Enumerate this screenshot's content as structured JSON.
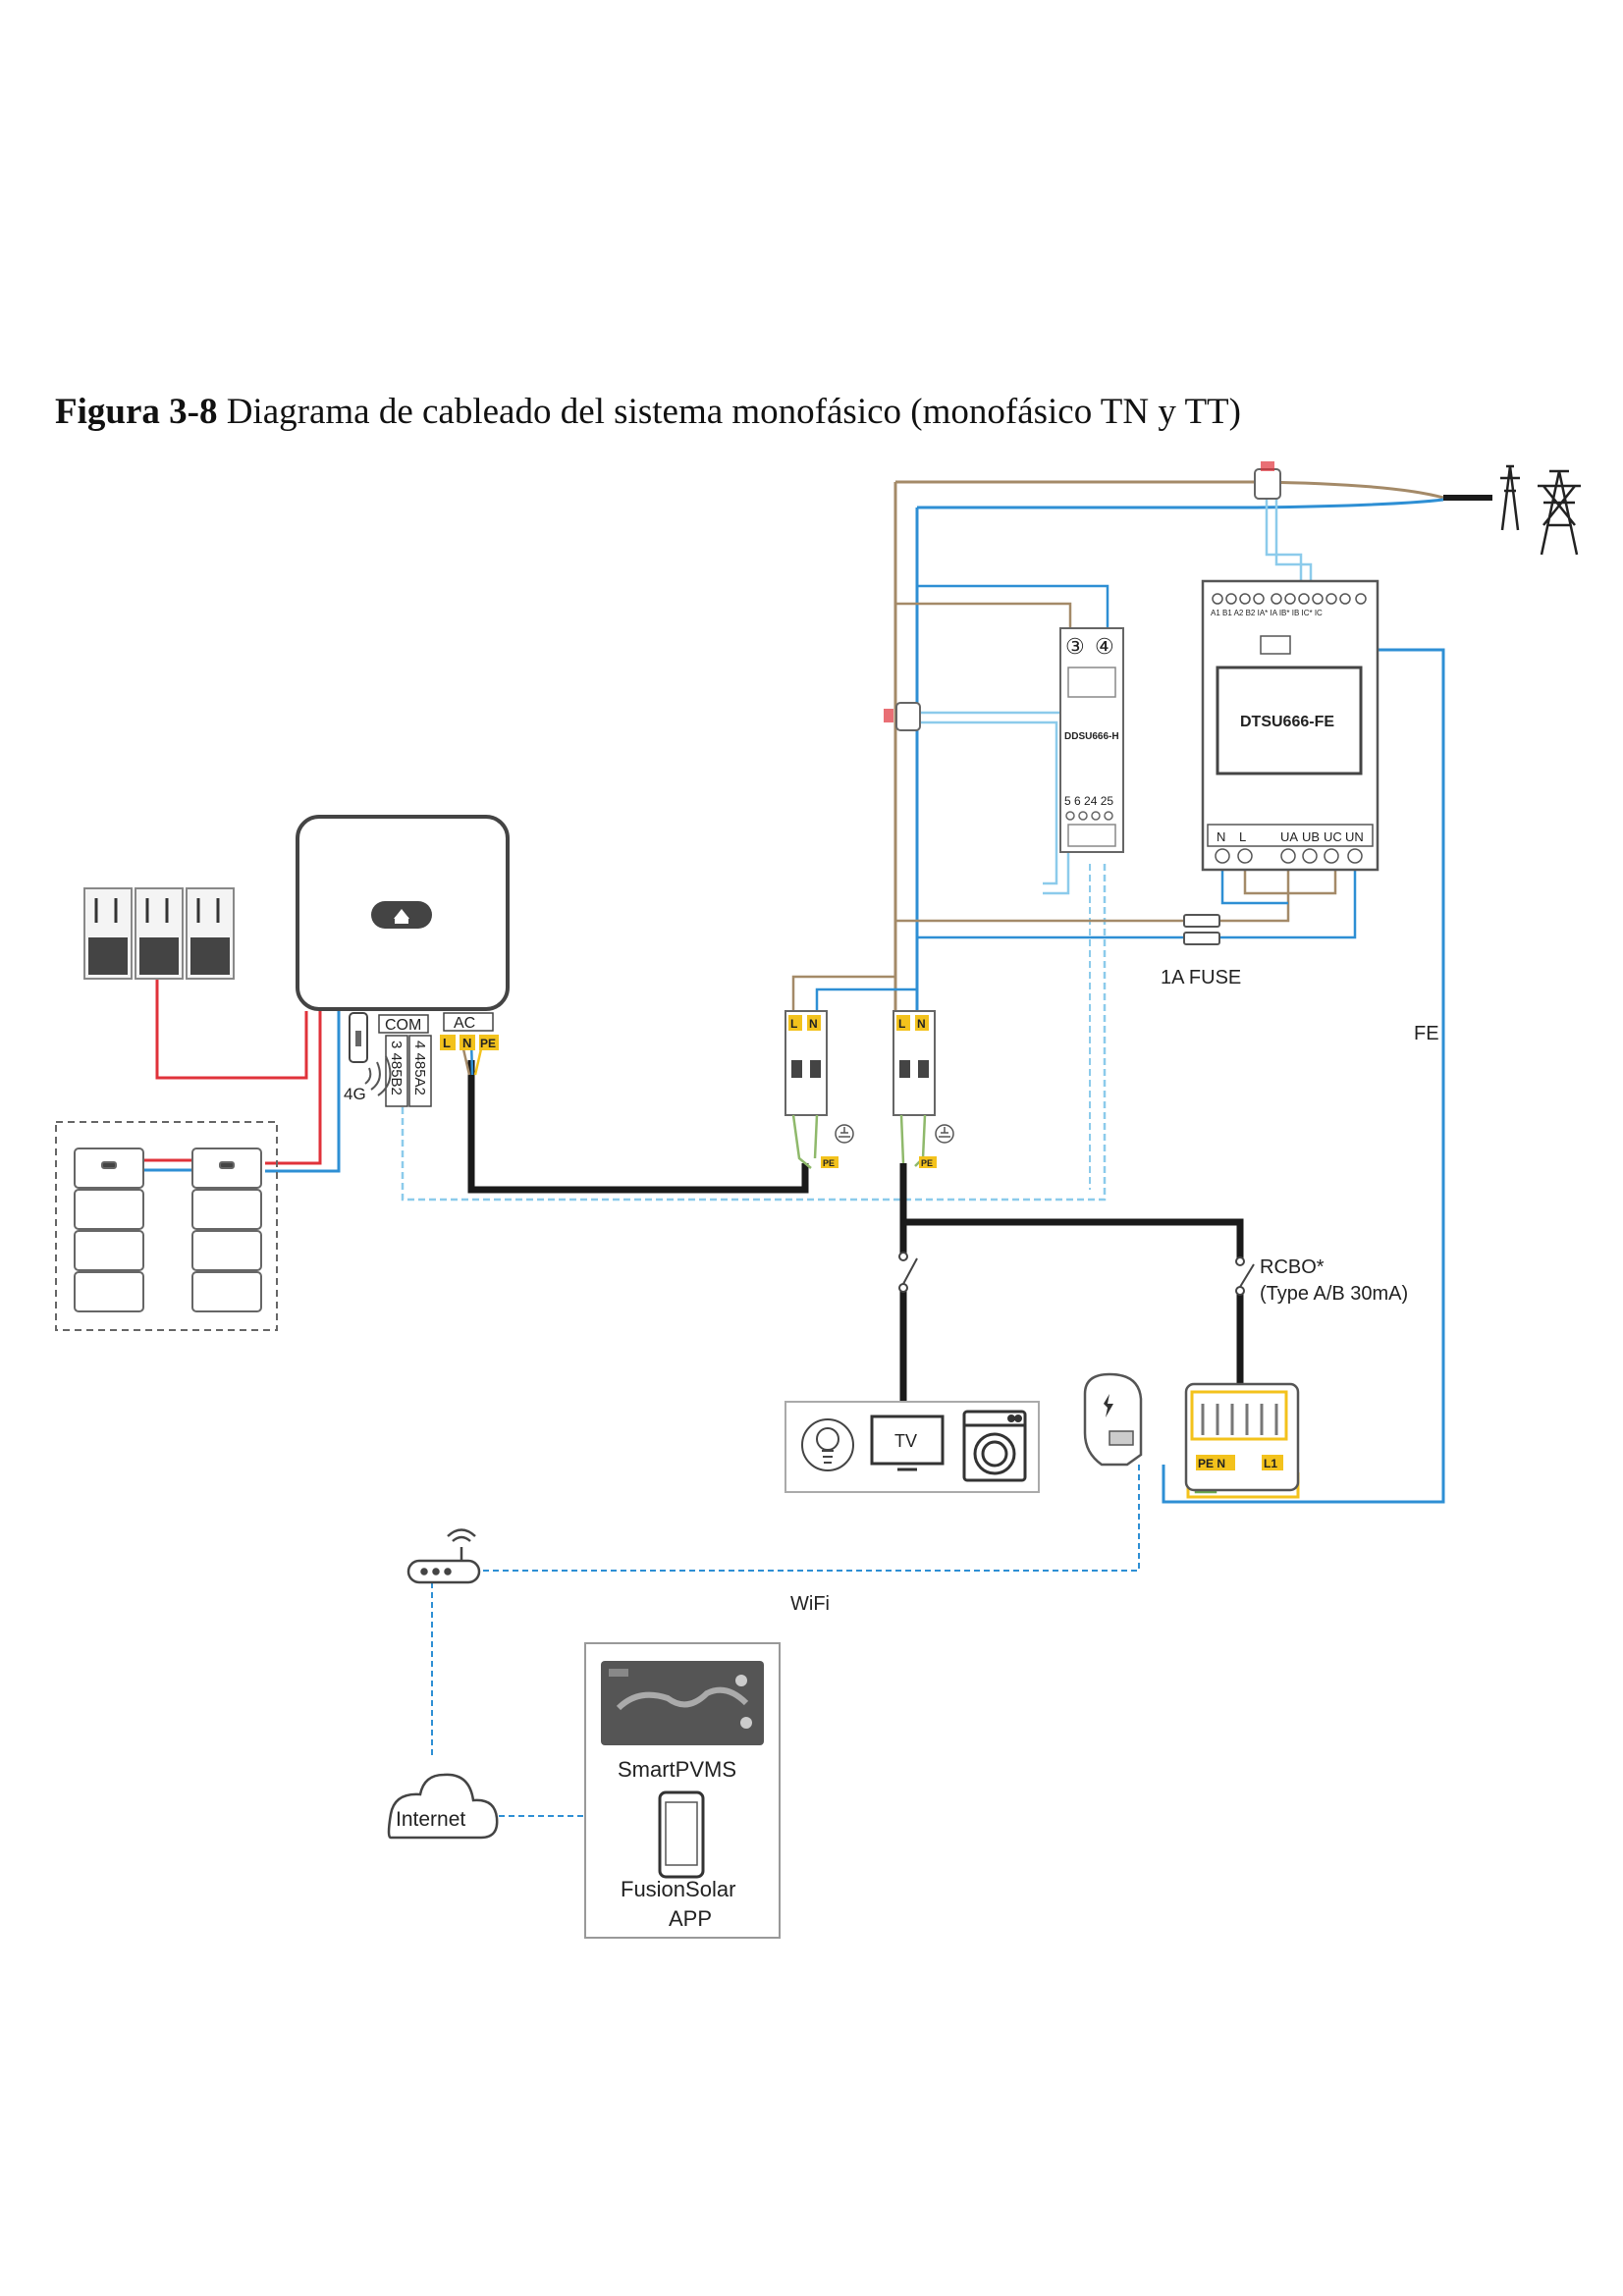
{
  "caption": {
    "number": "Figura 3-8",
    "text": "Diagrama de cableado del sistema monofásico (monofásico TN y TT)"
  },
  "inverter": {
    "com_label": "COM",
    "ac_label": "AC",
    "pin_l": "L",
    "pin_n": "N",
    "pin_pe": "PE",
    "port_a": "3 485B2",
    "port_b": "4 485A2",
    "antenna_label": "4G"
  },
  "meter_h": {
    "model": "DDSU666-H",
    "top_pin_1": "③",
    "top_pin_2": "④",
    "bottom_pins": "5 6 24 25"
  },
  "meter_fe": {
    "model": "DTSU666-FE",
    "top_terminals": "A1 B1 A2 B2   IA* IA IB* IB IC* IC",
    "bottom_terminals": [
      "N",
      "L",
      "UA",
      "UB",
      "UC",
      "UN"
    ]
  },
  "breakers": {
    "left": {
      "pin_l": "L",
      "pin_n": "N",
      "pe": "PE"
    },
    "right": {
      "pin_l": "L",
      "pin_n": "N",
      "pe": "PE"
    }
  },
  "labels": {
    "fuse": "1A FUSE",
    "fe": "FE",
    "rcbo_line1": "RCBO*",
    "rcbo_line2": "(Type A/B 30mA)",
    "wifi": "WiFi",
    "tv": "TV",
    "internet": "Internet",
    "smartpvms": "SmartPVMS",
    "app_line1": "FusionSolar",
    "app_line2": "APP",
    "charger_pe_n": "PE N",
    "charger_l1": "L1"
  },
  "colors": {
    "brown": "#a48a68",
    "blue": "#2e8fd4",
    "lightblue": "#8ccbeb",
    "red": "#e0323a",
    "black": "#1a1a1a",
    "yellow": "#f3c21c",
    "green": "#6aa84f"
  }
}
